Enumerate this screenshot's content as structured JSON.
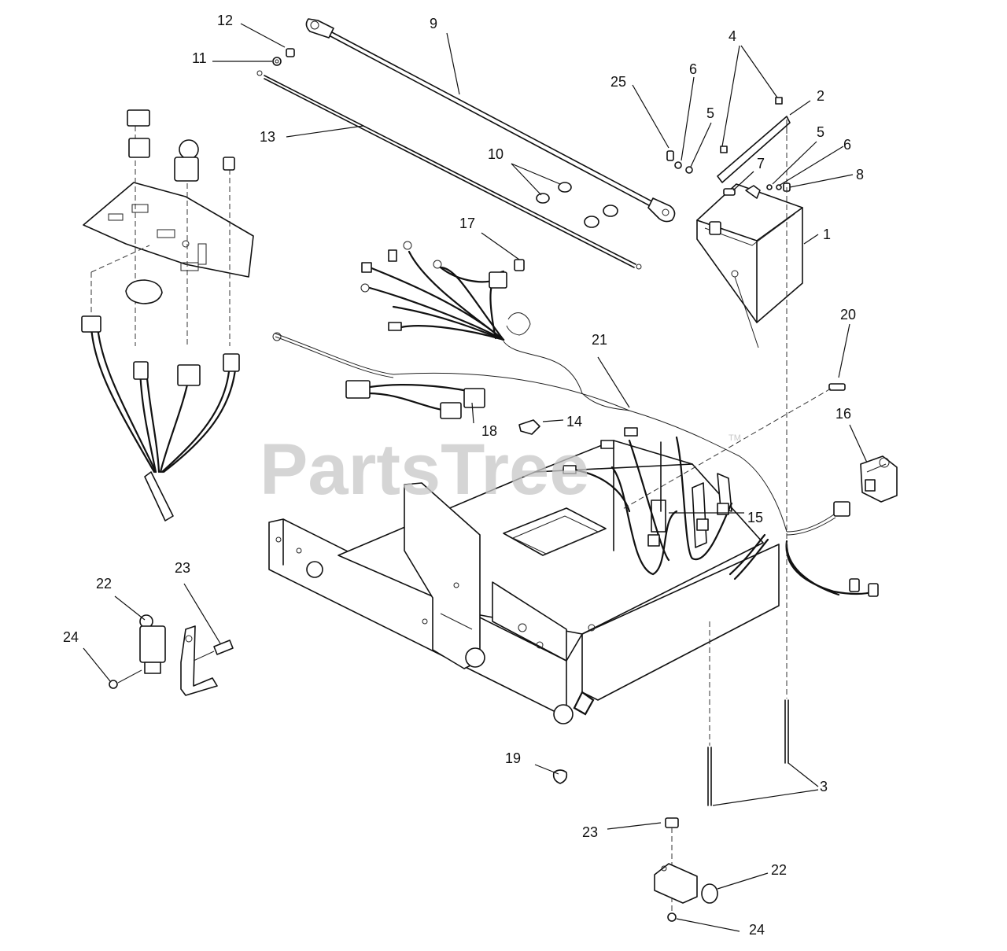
{
  "watermark": {
    "text": "PartsTree",
    "trademark": "TM"
  },
  "callouts": {
    "c1": "1",
    "c2": "2",
    "c3": "3",
    "c4": "4",
    "c5a": "5",
    "c5b": "5",
    "c6a": "6",
    "c6b": "6",
    "c7": "7",
    "c8": "8",
    "c9": "9",
    "c10": "10",
    "c11": "11",
    "c12": "12",
    "c13": "13",
    "c14": "14",
    "c15": "15",
    "c16": "16",
    "c17": "17",
    "c18": "18",
    "c19": "19",
    "c20": "20",
    "c21": "21",
    "c22a": "22",
    "c22b": "22",
    "c23a": "23",
    "c23b": "23",
    "c24a": "24",
    "c24b": "24",
    "c25": "25"
  }
}
